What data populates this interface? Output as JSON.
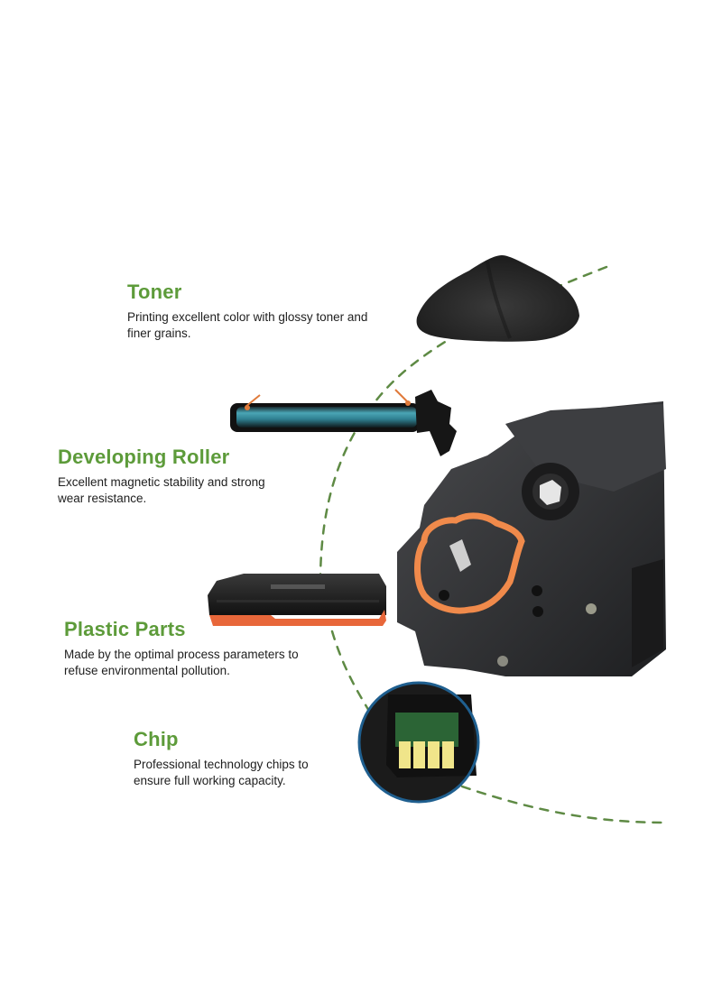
{
  "colors": {
    "heading_green": "#5d9b3a",
    "body_text": "#1e1e1e",
    "dashed_path": "#5e8a44",
    "chip_ring": "#1f5f8f",
    "orange_part": "#f08a4b",
    "drum_teal": "#3a8fa0",
    "background": "#ffffff"
  },
  "features": [
    {
      "title": "Toner",
      "description_line1": "Printing excellent color with glossy toner and",
      "description_line2": "finer grains.",
      "image": "toner-powder-pile"
    },
    {
      "title": "Developing Roller",
      "description_line1": "Excellent magnetic stability and strong",
      "description_line2": "wear resistance.",
      "image": "developing-roller-drum"
    },
    {
      "title": "Plastic Parts",
      "description_line1": "Made by the optimal process parameters to",
      "description_line2": "refuse environmental pollution.",
      "image": "toner-cartridge-body"
    },
    {
      "title": "Chip",
      "description_line1": "Professional technology chips to",
      "description_line2": "ensure full working capacity.",
      "image": "cartridge-chip-closeup"
    }
  ],
  "main_image": "toner-cartridge-end-gear-view"
}
